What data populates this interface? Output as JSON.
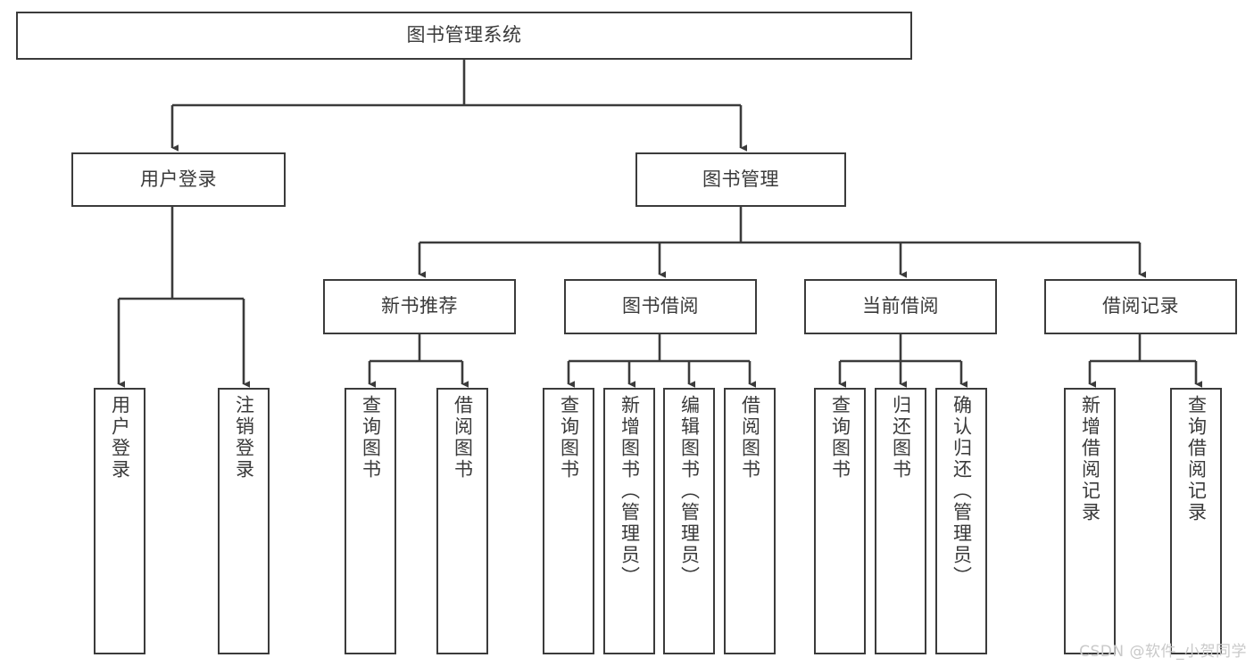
{
  "diagram": {
    "type": "hierarchy-tree",
    "title": "图书管理系统",
    "watermark": "CSDN @软件_小贺同学",
    "root": {
      "id": "root",
      "label": "图书管理系统"
    },
    "level2": [
      {
        "id": "user-login",
        "label": "用户登录"
      },
      {
        "id": "book-manage",
        "label": "图书管理"
      }
    ],
    "level3": [
      {
        "id": "new-book-recommend",
        "label": "新书推荐",
        "parent": "book-manage"
      },
      {
        "id": "book-borrow",
        "label": "图书借阅",
        "parent": "book-manage"
      },
      {
        "id": "current-borrow",
        "label": "当前借阅",
        "parent": "book-manage"
      },
      {
        "id": "borrow-record",
        "label": "借阅记录",
        "parent": "book-manage"
      }
    ],
    "leaves": {
      "user_login": [
        {
          "id": "leaf-user-login",
          "label": "用户登录"
        },
        {
          "id": "leaf-logout",
          "label": "注销登录"
        }
      ],
      "new_book_recommend": [
        {
          "id": "leaf-query-book-1",
          "label": "查询图书"
        },
        {
          "id": "leaf-borrow-book-1",
          "label": "借阅图书"
        }
      ],
      "book_borrow": [
        {
          "id": "leaf-query-book-2",
          "label": "查询图书"
        },
        {
          "id": "leaf-add-book",
          "label": "新增图书（管理员）"
        },
        {
          "id": "leaf-edit-book",
          "label": "编辑图书（管理员）"
        },
        {
          "id": "leaf-borrow-book-2",
          "label": "借阅图书"
        }
      ],
      "current_borrow": [
        {
          "id": "leaf-query-book-3",
          "label": "查询图书"
        },
        {
          "id": "leaf-return-book",
          "label": "归还图书"
        },
        {
          "id": "leaf-confirm-return",
          "label": "确认归还（管理员）"
        }
      ],
      "borrow_record": [
        {
          "id": "leaf-add-record",
          "label": "新增借阅记录"
        },
        {
          "id": "leaf-query-record",
          "label": "查询借阅记录"
        }
      ]
    },
    "colors": {
      "stroke": "#3b3b3b",
      "fill": "#ffffff",
      "text": "#3a3a3a",
      "watermark": "#c9c9c9"
    }
  }
}
